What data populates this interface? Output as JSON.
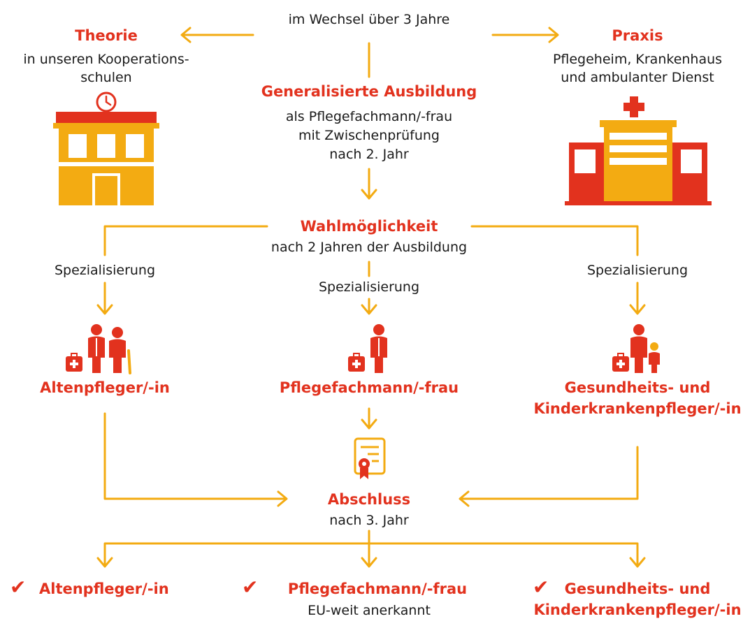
{
  "colors": {
    "orange": "#f3ab12",
    "red": "#e2321e",
    "text": "#1a1a1a"
  },
  "top": {
    "alternation": "im Wechsel über 3 Jahre"
  },
  "theory": {
    "title": "Theorie",
    "line1": "in unseren Kooperations-",
    "line2": "schulen",
    "icon": "school-building-icon"
  },
  "practice": {
    "title": "Praxis",
    "line1": "Pflegeheim, Krankenhaus",
    "line2": "und ambulanter Dienst",
    "icon": "hospital-building-icon"
  },
  "general": {
    "title": "Generalisierte Ausbildung",
    "line1": "als Pflegefachmann/-frau",
    "line2": "mit Zwischenprüfung",
    "line3": "nach 2. Jahr"
  },
  "choice": {
    "title": "Wahlmöglichkeit",
    "subtitle": "nach 2 Jahren der Ausbildung"
  },
  "specialization": {
    "left": "Spezialisierung",
    "center": "Spezialisierung",
    "right": "Spezialisierung"
  },
  "roles": {
    "left": "Altenpfleger/-in",
    "center": "Pflegefachmann/-frau",
    "right_line1": "Gesundheits- und",
    "right_line2": "Kinderkrankenpfleger/-in"
  },
  "graduation": {
    "title": "Abschluss",
    "subtitle": "nach 3. Jahr",
    "icon": "certificate-icon"
  },
  "outcomes": {
    "left": "Altenpfleger/-in",
    "center": "Pflegefachmann/-frau",
    "center_note": "EU-weit anerkannt",
    "right_line1": "Gesundheits- und",
    "right_line2": "Kinderkrankenpfleger/-in",
    "check_icon": "checkmark-icon"
  }
}
